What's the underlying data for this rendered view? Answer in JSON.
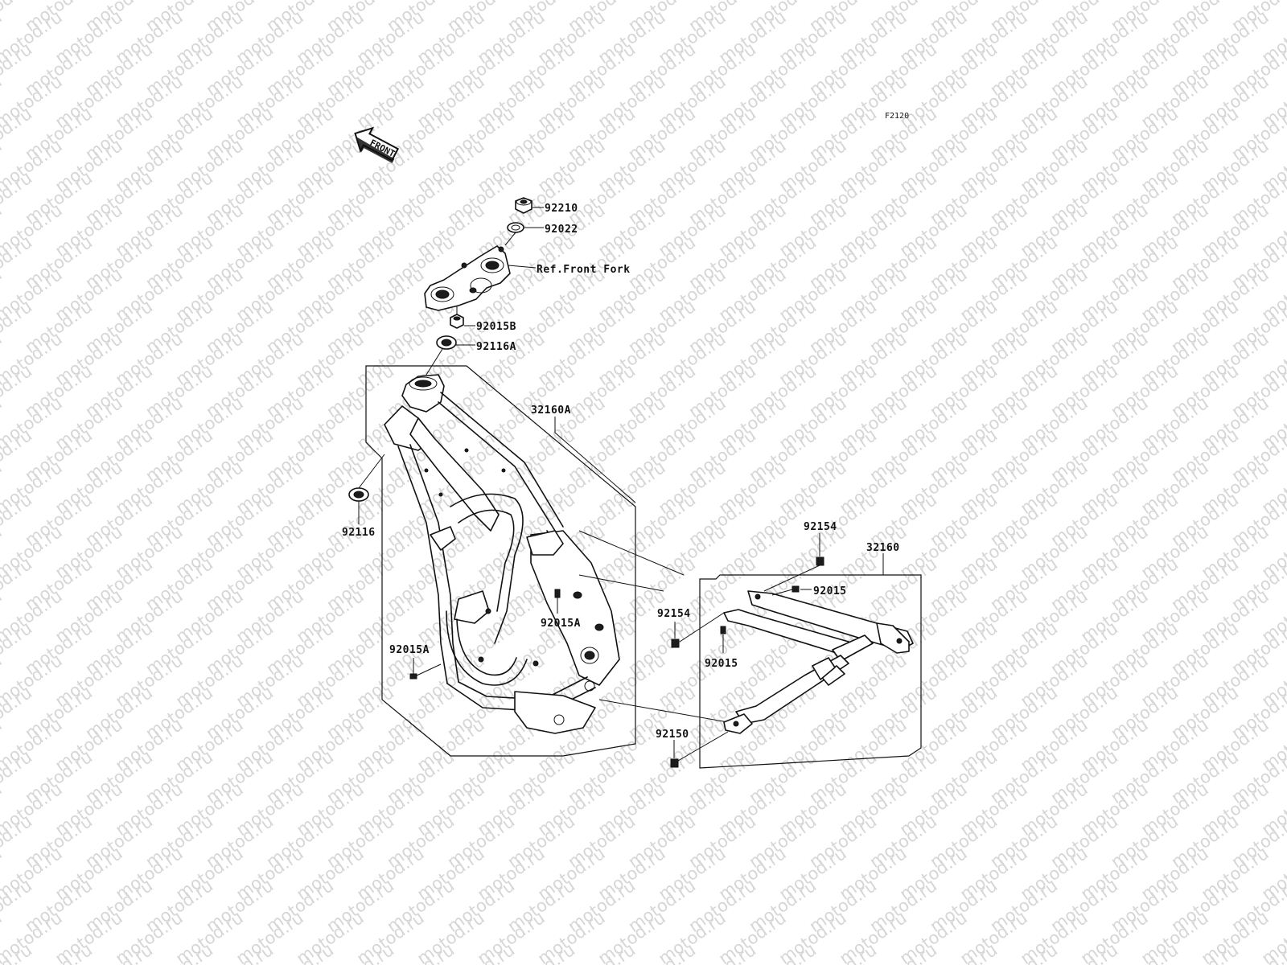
{
  "watermark": {
    "text": "motod.ru"
  },
  "figure_code": "F2120",
  "front_label": "FRONT",
  "callouts": {
    "c92210": "92210",
    "c92022": "92022",
    "ref_front_fork": "Ref.Front Fork",
    "c92015B": "92015B",
    "c92116A": "92116A",
    "c32160A": "32160A",
    "c92116": "92116",
    "c92015A_upper": "92015A",
    "c92015A_lower": "92015A",
    "c92154_top": "92154",
    "c32160": "32160",
    "c92015_right": "92015",
    "c92154_left": "92154",
    "c92015_lower": "92015",
    "c92150": "92150"
  }
}
